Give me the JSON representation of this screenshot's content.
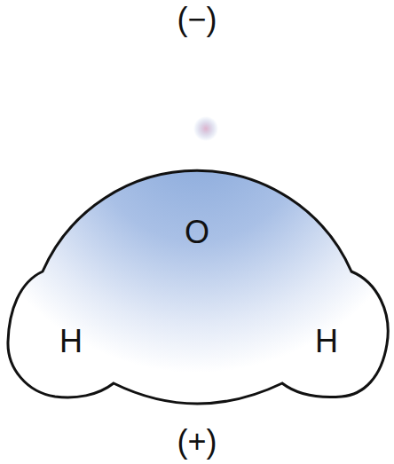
{
  "diagram": {
    "nodes": [
      {
        "text": [
          "O",
          "H",
          "H"
        ]
      }
    ],
    "labels": [
      "(−)",
      "(+)"
    ]
  }
}
